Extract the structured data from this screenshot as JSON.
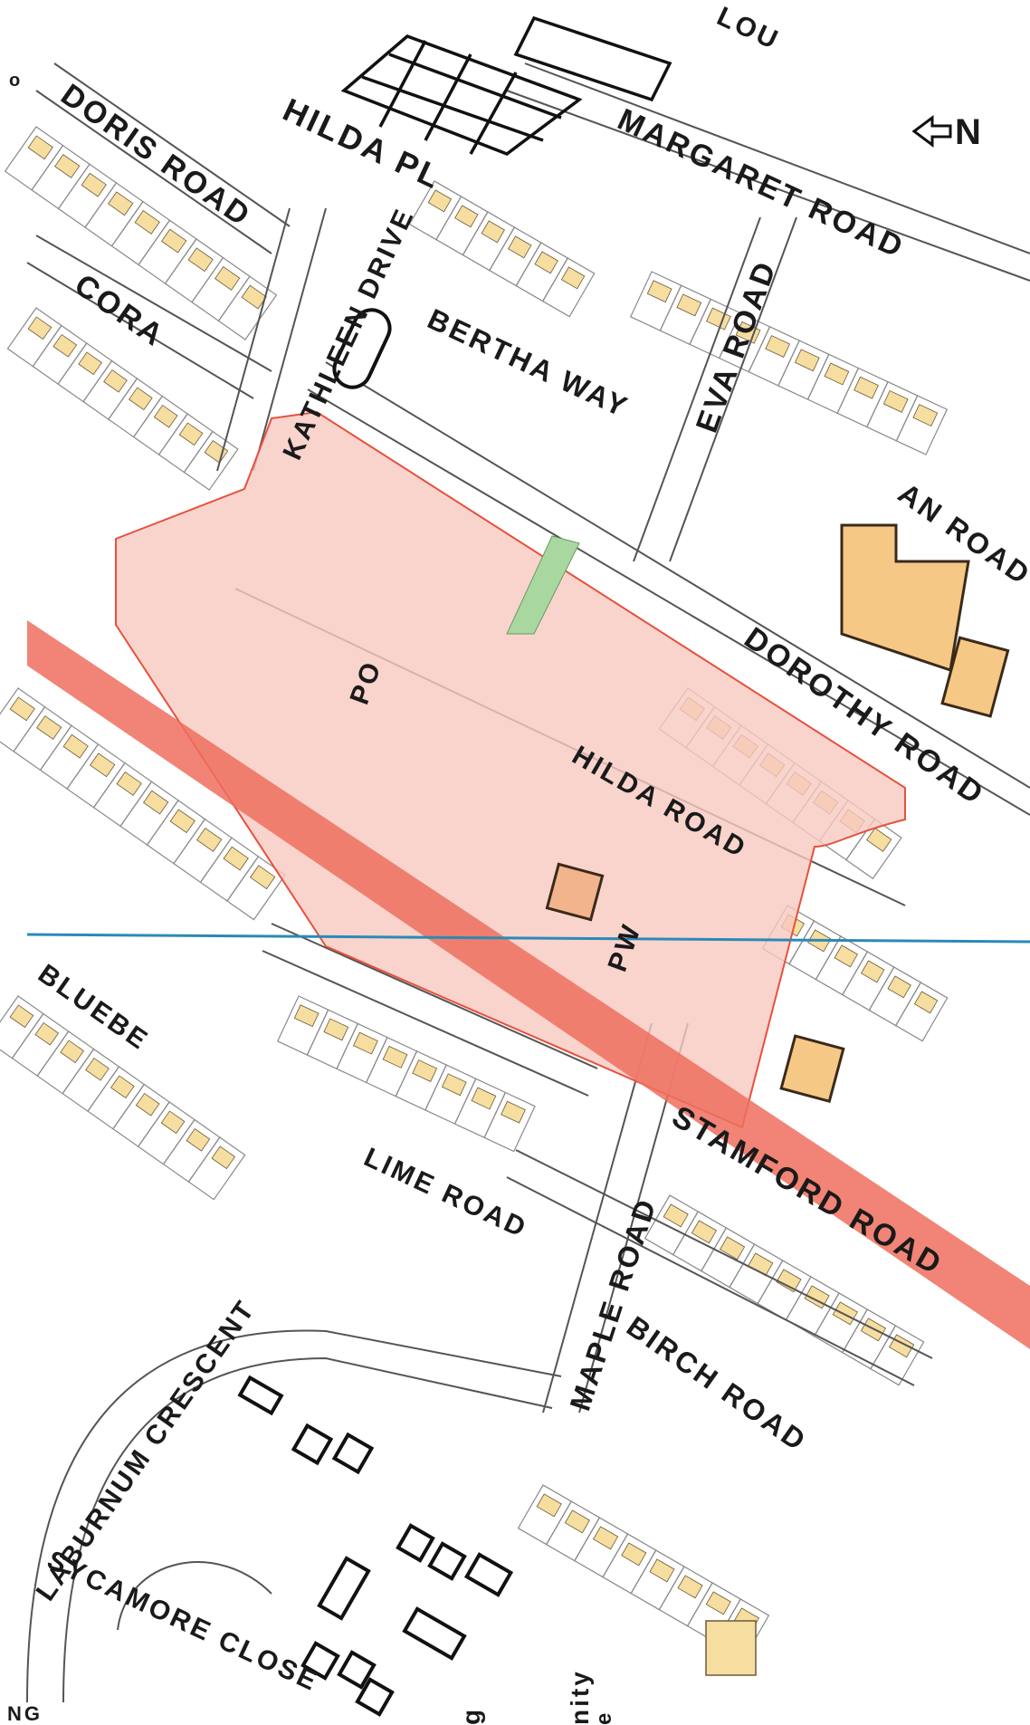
{
  "map": {
    "colors": {
      "paper": "#ffffff",
      "plot_line": "#7a7a7a",
      "building": "#f6dda0",
      "building_edge": "#6b5a3a",
      "highlight_fill": "#f7c9c0",
      "highlight_edge": "#e7503d",
      "main_road": "#ef6f5e",
      "green_strip": "#a8d7a0",
      "blue_line": "#2a8ab8",
      "label": "#1a1a1a"
    },
    "north_arrow": {
      "icon": "north-arrow-icon",
      "label": "N"
    },
    "streets": {
      "hilda_pl": "HILDA PL",
      "doris_road": "DORIS ROAD",
      "cora": "CORA",
      "kathleen_drive": "KATHLEEN DRIVE",
      "bertha_way": "BERTHA WAY",
      "margaret_road": "MARGARET ROAD",
      "eva_road": "EVA ROAD",
      "dorothy_road": "DOROTHY ROAD",
      "an_road": "AN ROAD",
      "lou": "LOU",
      "hilda_road": "HILDA ROAD",
      "stamford_road": "STAMFORD ROAD",
      "lime_road": "LIME ROAD",
      "maple_road": "MAPLE ROAD",
      "birch_road": "BIRCH ROAD",
      "laburnum_crescent": "LABURNUM CRESCENT",
      "sycamore_close": "SYCAMORE CLOSE",
      "bluebe": "BLUEBE",
      "nity": "nity",
      "ng": "NG",
      "g": "g",
      "e": "e"
    },
    "markers": {
      "post_office": "PO",
      "public_works": "PW"
    }
  }
}
